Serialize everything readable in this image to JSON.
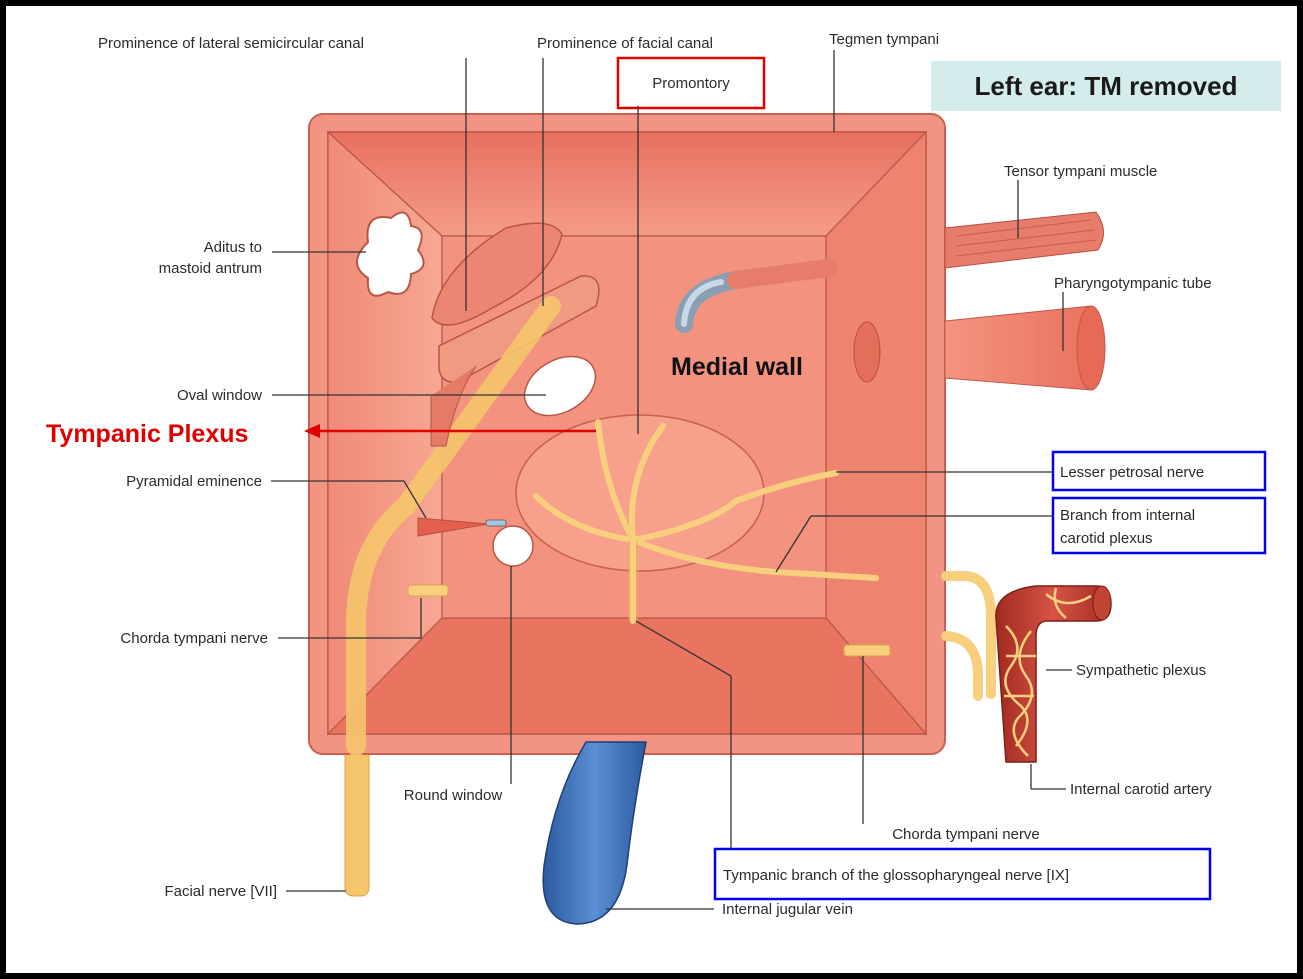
{
  "title": "Left ear: TM removed",
  "center_label": "Medial wall",
  "highlight_label": "Tympanic Plexus",
  "labels": {
    "lateral_canal": "Prominence of lateral semicircular canal",
    "facial_canal": "Prominence of facial canal",
    "tegmen": "Tegmen tympani",
    "promontory": "Promontory",
    "aditus_1": "Aditus to",
    "aditus_2": "mastoid antrum",
    "oval_window": "Oval window",
    "pyramidal": "Pyramidal eminence",
    "chorda_left": "Chorda tympani nerve",
    "round_window": "Round window",
    "facial_nerve": "Facial nerve [VII]",
    "tensor": "Tensor tympani muscle",
    "pharyngo": "Pharyngotympanic tube",
    "lesser_petrosal": "Lesser petrosal nerve",
    "branch_1": "Branch from internal",
    "branch_2": "carotid plexus",
    "sympathetic": "Sympathetic plexus",
    "internal_carotid": "Internal carotid artery",
    "chorda_right": "Chorda tympani nerve",
    "tympanic_branch": "Tympanic branch of the glossopharyngeal nerve [IX]",
    "jugular": "Internal jugular vein"
  },
  "colors": {
    "wall": "#f08a78",
    "wall_dark": "#d9705f",
    "nerve": "#f7cf7d",
    "vein": "#3d6fb8",
    "artery": "#c0392b",
    "callout_red": "#e00000",
    "callout_blue": "#0000ee",
    "title_bg": "#d5ecec"
  }
}
